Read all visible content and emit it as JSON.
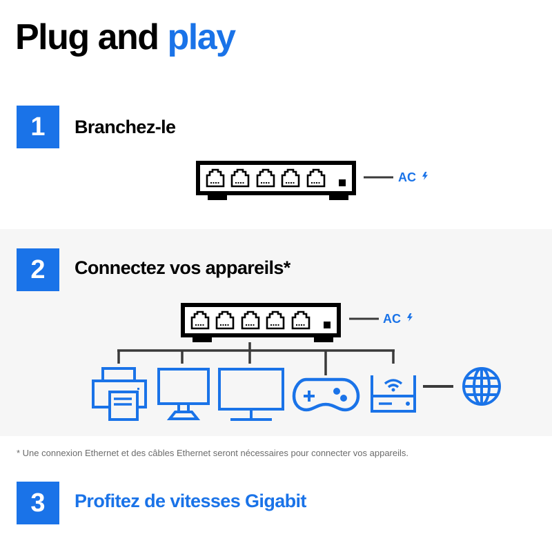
{
  "title": {
    "main": "Plug and ",
    "accent": "play"
  },
  "colors": {
    "accent": "#1a73e8",
    "band_bg": "#f6f6f6",
    "line": "#3a3a3a",
    "device": "#000000"
  },
  "steps": [
    {
      "number": "1",
      "label": "Branchez-le"
    },
    {
      "number": "2",
      "label": "Connectez vos appareils*"
    },
    {
      "number": "3",
      "label": "Profitez de vitesses Gigabit"
    }
  ],
  "diagram": {
    "power_label": "AC",
    "power_icon": "lightning-bolt-icon",
    "switch_ports": 5,
    "devices": [
      {
        "name": "printer",
        "icon": "printer-icon"
      },
      {
        "name": "desktop-computer",
        "icon": "desktop-monitor-icon"
      },
      {
        "name": "tv",
        "icon": "tv-icon"
      },
      {
        "name": "game-console",
        "icon": "gamepad-icon"
      },
      {
        "name": "router",
        "icon": "wifi-router-icon"
      }
    ],
    "internet_icon": "globe-icon"
  },
  "footnote": "* Une connexion Ethernet et des câbles Ethernet seront nécessaires pour connecter vos appareils."
}
